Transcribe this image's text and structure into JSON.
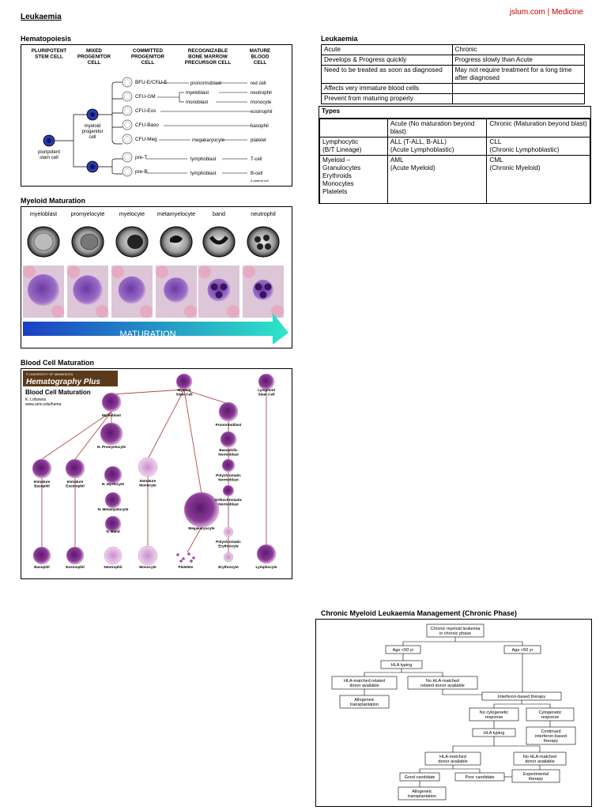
{
  "header": {
    "left_title": "Leukaemia",
    "right_brand": "jslum.com | Medicine"
  },
  "hematopoiesis": {
    "title": "Hematopoiesis",
    "columns": [
      "PLURIPOTENT\nSTEM CELL",
      "MIXED\nPROGENITOR\nCELL",
      "COMMITTED\nPROGENITOR\nCELL",
      "RECOGNIZABLE\nBONE MARROW\nPRECURSOR CELL",
      "MATURE\nBLOOD\nCELL"
    ],
    "stem_label": "pluripotent\nstem cell",
    "myeloid_label": "myeloid\nprogenitor\ncell",
    "committed": [
      "BFU-E/CFU-E",
      "CFU-GM",
      "CFU-Eos",
      "CFU-Baso",
      "CFU-Meg",
      "pre-T",
      "pre-B"
    ],
    "precursors": [
      "pronormoblast",
      "myeloblast",
      "monoblast",
      "megakaryocyte",
      "lymphoblast",
      "lymphoblast"
    ],
    "mature": [
      "red cell",
      "neutrophil",
      "monocyte",
      "eosinophil",
      "basophil",
      "platelet",
      "T-cell",
      "B-cell",
      "& plasma cell"
    ]
  },
  "myeloid_maturation": {
    "title": "Myeloid Maturation",
    "stages": [
      "myeloblast",
      "promyelocyte",
      "myelocyte",
      "metamyelocyte",
      "band",
      "neutrophil"
    ],
    "arrow_label": "MATURATION"
  },
  "blood_cell_maturation": {
    "title": "Blood Cell Maturation",
    "brand_top": "© UNIVERSITY OF MINNESOTA",
    "brand": "Hematography Plus",
    "heading": "Blood Cell Maturation",
    "author": "K. Lofsness",
    "url": "www.umn.edu/hema",
    "labels": {
      "myeloid_stem": "Myeloid\nStem Cell",
      "lymphoid_stem": "Lymphoid\nStem Cell",
      "myeloblast": "Myeloblast",
      "promyelocyte": "N. Promyelocyte",
      "pronormoblast": "Pronormoblast",
      "basophilic_normoblast": "Basophilic\nNormoblast",
      "polychromatic_normoblast": "Polychromatic\nNormoblast",
      "orthochromatic_normoblast": "Orthochromatic\nNormoblast",
      "polychromatic_erythrocyte": "Polychromatic\nErythrocyte",
      "immature_basophil": "Immature\nBasophil",
      "immature_eosinophil": "Immature\nEosinophil",
      "myelocyte": "N. Myelocyte",
      "metamyelocyte": "N. Metamyelocyte",
      "band": "N. Band",
      "immature_monocyte": "Immature\nMonocyte",
      "megakaryocyte": "Megakaryocyte",
      "basophil": "Basophil",
      "eosinophil": "Eosinophil",
      "neutrophil": "Neutrophil",
      "monocyte": "Monocyte",
      "platelets": "Platelets",
      "erythrocyte": "Erythrocyte",
      "lymphocyte": "Lymphocyte"
    }
  },
  "leukaemia_table": {
    "title": "Leukaemia",
    "rows": [
      [
        "Acute",
        "Chronic"
      ],
      [
        "Develops & Progress quickly",
        "Progress slowly than Acute"
      ],
      [
        "Need to be treated as soon as diagnosed",
        "May not require treatment for a long time after diagnosed"
      ],
      [
        "Affects very immature blood cells",
        ""
      ],
      [
        "Prevent from maturing properly",
        ""
      ]
    ],
    "types_label": "Types",
    "types_rows": [
      [
        "",
        "Acute (No maturation beyond blast)",
        "Chronic (Maturation beyond blast)"
      ],
      [
        "Lymphocytic\n(B/T Lineage)",
        "ALL (T-ALL, B-ALL)\n(Acute Lymphoblastic)",
        "CLL\n(Chronic Lymphoblastic)"
      ],
      [
        "Myeloid –\nGranulocytes\nErythroids\nMonocytes\nPlatelets",
        "AML\n(Acute Myeloid)",
        "CML\n(Chronic Myeloid)"
      ]
    ]
  },
  "cml_management": {
    "title": "Chronic Myeloid Leukaemia Management (Chronic Phase)",
    "nodes": {
      "root": "Chronic myeloid leukemia\nin chronic phase",
      "age_lt": "Age <50 yr",
      "age_gt": "Age >50 yr",
      "hla1": "HLA typing",
      "hla_matched": "HLA-matched related\ndonor available",
      "no_hla_matched": "No HLA-matched\nrelated donor available",
      "allo1": "Allogeneic\ntransplantation",
      "ifn": "Interferon-based therapy",
      "no_cyto": "No cytogenetic\nresponse",
      "cyto": "Cytogenetic\nresponse",
      "hla2": "HLA typing",
      "continued": "Continued\ninterferon-based\ntherapy",
      "hla_donor": "HLA-matched\ndonor available",
      "no_hla_donor": "No HLA-matched\ndonor available",
      "good": "Good candidate",
      "poor": "Poor candidate",
      "experimental": "Experimental\ntherapy",
      "allo2": "Allogeneic\ntransplantation"
    }
  },
  "colors": {
    "brand_red": "#c00000",
    "arrow_start": "#1a3fc4",
    "arrow_end": "#2ee6c8",
    "stain_purple": "#8a4aa8"
  }
}
